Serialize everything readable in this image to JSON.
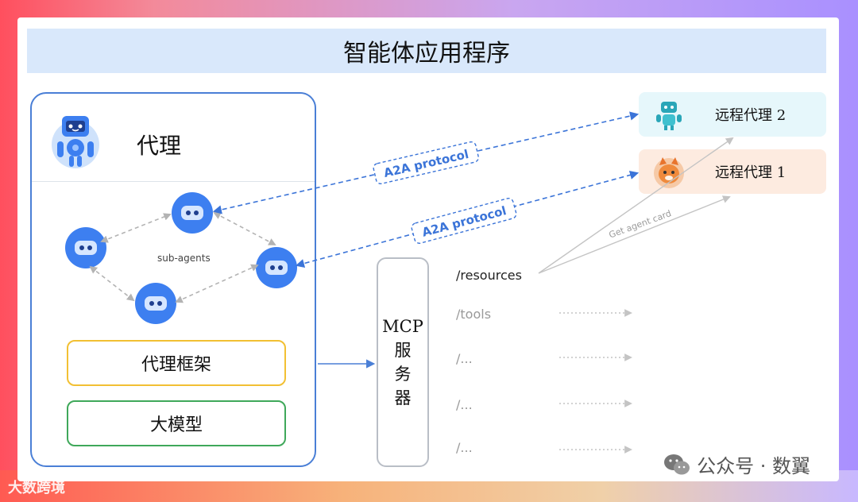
{
  "title": "智能体应用程序",
  "agent": {
    "title": "代理",
    "sub_agents_label": "sub-agents",
    "framework_label": "代理框架",
    "llm_label": "大模型"
  },
  "mcp": {
    "line1": "MCP",
    "line2": "服",
    "line3": "务",
    "line4": "器"
  },
  "resources": [
    "/resources",
    "/tools",
    "/...",
    "/...",
    "/..."
  ],
  "remote_agents": [
    {
      "label": "远程代理 2"
    },
    {
      "label": "远程代理 1"
    }
  ],
  "protocol_labels": [
    "A2A protocol",
    "A2A protocol"
  ],
  "get_agent_card": "Get agent card",
  "watermark": {
    "text": "公众号 · 数翼"
  },
  "logo": {
    "text": "大数跨境"
  },
  "colors": {
    "agent_border": "#4a7fd6",
    "framework_border": "#f2c033",
    "llm_border": "#3fa85a",
    "bot_blue": "#3d7ff0",
    "protocol_blue": "#3b74d8"
  },
  "icons": [
    "robot-icon",
    "sub-agent-bot-icon",
    "remote-robot-icon",
    "remote-fox-icon",
    "wechat-icon"
  ]
}
